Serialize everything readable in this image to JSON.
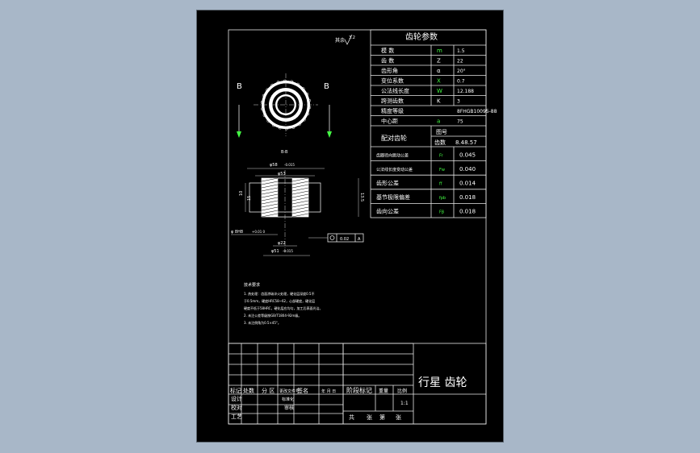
{
  "colors": {
    "background": "#a8b7c8",
    "sheet": "#000000",
    "line": "#e8e8e8",
    "symbol_green": "#44ff44",
    "symbol_magenta": "#ff44ff"
  },
  "roughness_note": {
    "label": "其余",
    "value": "3.2"
  },
  "section_markers": {
    "left": "B",
    "right": "B",
    "view_label": "B-B"
  },
  "dimensions": {
    "top_dia": "φ58",
    "top_tol": "-0.015",
    "inner_dia": "φ53",
    "height_right": "13.5",
    "left_small": "10",
    "left_dim": "15",
    "bottom_dia": "φ22",
    "bottom_outer": "φ51",
    "bottom_tol": "-0.015",
    "bore_label": "φ 8H8",
    "bore_tol": "+0.01 0",
    "runout_value": "0.02",
    "runout_datum": "A"
  },
  "param_table": {
    "title": "齿轮参数",
    "rows": [
      {
        "name": "模  数",
        "symbol": "m",
        "value": "1.5"
      },
      {
        "name": "齿  数",
        "symbol": "Z",
        "value": "22"
      },
      {
        "name": "齿形角",
        "symbol": "α",
        "value": "20°"
      },
      {
        "name": "变位系数",
        "symbol": "X",
        "value": "0.7"
      },
      {
        "name": "公法线长度",
        "symbol": "W",
        "value": "12.188"
      },
      {
        "name": "跨测齿数",
        "symbol": "K",
        "value": "3"
      },
      {
        "name": "精度等级",
        "symbol": "",
        "value": "8FHGB10095-88"
      },
      {
        "name": "中心距",
        "symbol": "a",
        "value": "75"
      }
    ],
    "mate": {
      "label": "配对齿轮",
      "drawing_no_label": "图号",
      "teeth_label": "齿数",
      "teeth_value": "8.48.57"
    },
    "tolerances": [
      {
        "name": "齿圈径向跳动公差",
        "symbol": "Fr",
        "value": "0.045"
      },
      {
        "name": "公法线长度变动公差",
        "symbol": "Fw",
        "value": "0.040"
      },
      {
        "name": "齿形公差",
        "symbol": "ff",
        "value": "0.014"
      },
      {
        "name": "基节极限偏差",
        "symbol": "fpb",
        "value": "0.018"
      },
      {
        "name": "齿向公差",
        "symbol": "Fβ",
        "value": "0.018"
      }
    ]
  },
  "tech_requirements": {
    "title": "技术要求",
    "lines": [
      "1. 热处理：齿面渗碳淬火处理，硬化层深度0.5不",
      "   于0.5mm，硬度HRC58~62，心部硬度，硬化层",
      "   硬度不低于58HRC，硬化层应均匀，加工后表面光洁。",
      "2. 未注公差等级按GB/T1804-92m级。",
      "3. 未注倒角为0.5×45°。"
    ]
  },
  "title_block": {
    "part_name": "行星 齿轮",
    "headers": [
      "标记",
      "处数",
      "分 区",
      "更改文件号",
      "签名",
      "年 月 日"
    ],
    "left_labels": [
      "设计",
      "校对",
      "工艺"
    ],
    "std_label": "标准化",
    "approve_label": "审核",
    "stage_headers": [
      "阶段标记",
      "重量",
      "比例"
    ],
    "scale_value": "1:1",
    "sheet_info": [
      "共",
      "张",
      "第",
      "张"
    ]
  }
}
